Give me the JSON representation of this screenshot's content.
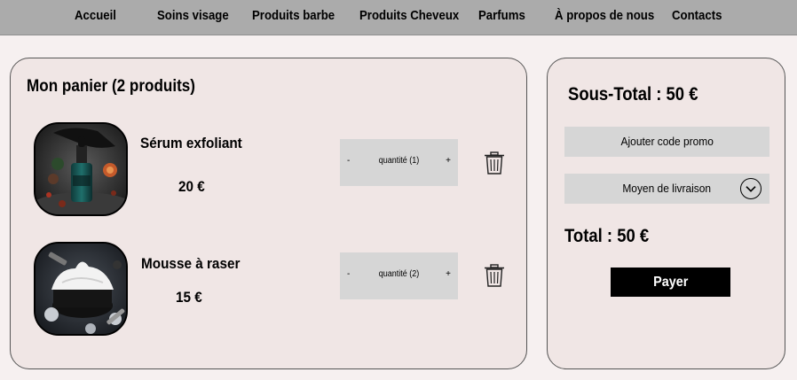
{
  "nav": {
    "items": [
      {
        "label": "Accueil"
      },
      {
        "label": "Soins visage"
      },
      {
        "label": "Produits barbe"
      },
      {
        "label": "Produits Cheveux"
      },
      {
        "label": "Parfums"
      },
      {
        "label": "À propos de nous"
      },
      {
        "label": "Contacts"
      }
    ]
  },
  "cart": {
    "title": "Mon panier (2 produits)",
    "items": [
      {
        "name": "Sérum exfoliant",
        "price": "20 €",
        "qty_minus": "-",
        "qty_label": "quantité (1)",
        "qty_plus": "+",
        "image_icon": "serum-bottle-image"
      },
      {
        "name": "Mousse à raser",
        "price": "15 €",
        "qty_minus": "-",
        "qty_label": "quantité (2)",
        "qty_plus": "+",
        "image_icon": "shaving-foam-image"
      }
    ]
  },
  "summary": {
    "subtotal": "Sous-Total : 50 €",
    "promo_button": "Ajouter code promo",
    "delivery_select": "Moyen de livraison",
    "total": "Total : 50 €",
    "pay_button": "Payer"
  },
  "colors": {
    "nav_bg": "#ababab",
    "page_bg": "#f6f0f0",
    "panel_bg": "#f0e6e5",
    "control_bg": "#d6d6d6",
    "pay_bg": "#000000"
  }
}
